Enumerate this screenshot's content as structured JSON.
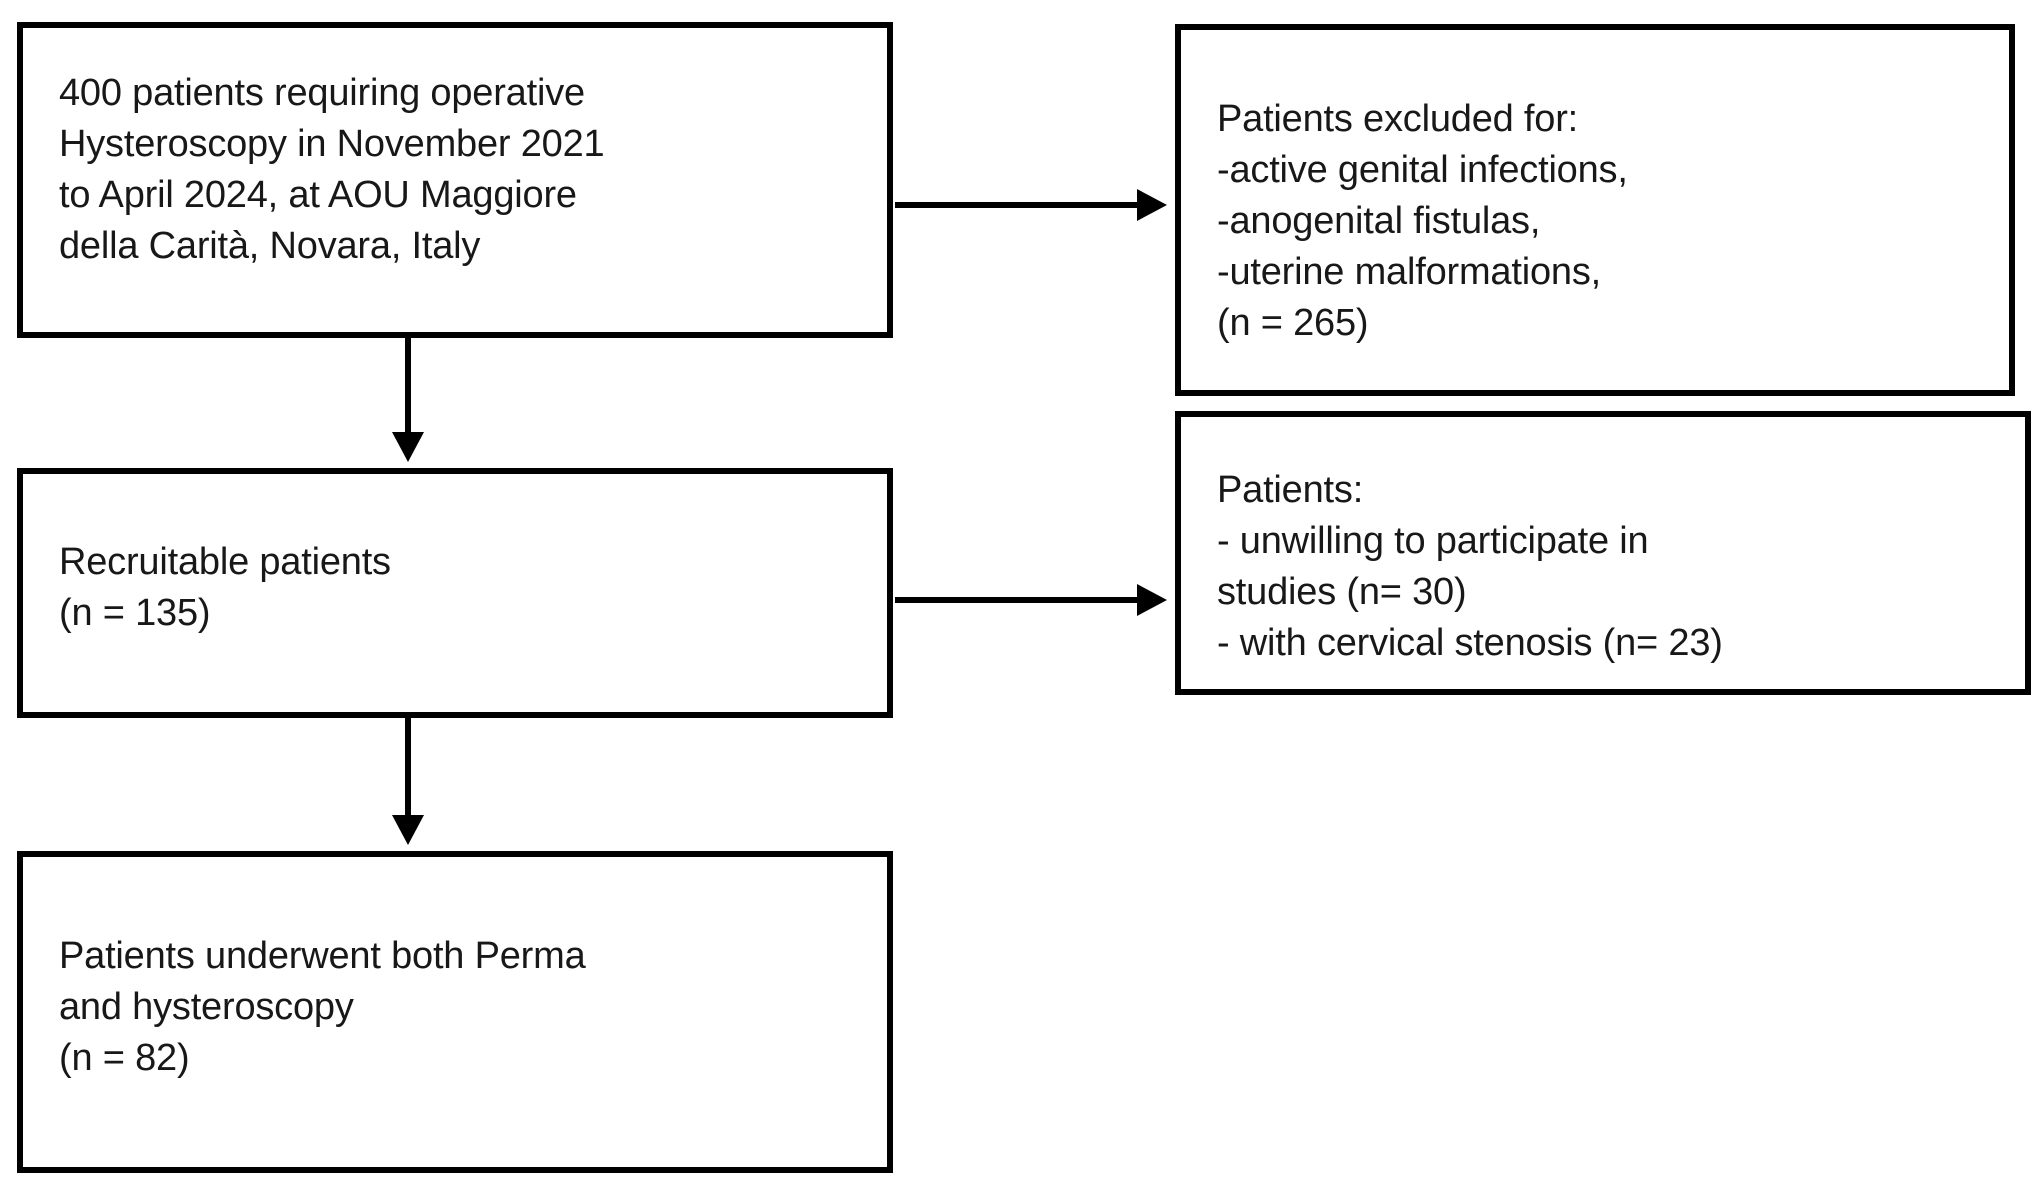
{
  "diagram": {
    "type": "flowchart",
    "title": "Patient recruitment flow diagram",
    "nodes": [
      {
        "id": "source",
        "name": "source-population-box",
        "text": "400 patients requiring operative\nHysteroscopy in November 2021\nto April 2024, at AOU Maggiore\ndella Carità, Novara, Italy"
      },
      {
        "id": "excluded",
        "name": "excluded-patients-box",
        "text": "Patients excluded for:\n-active genital infections,\n-anogenital fistulas,\n-uterine malformations,\n(n = 265)"
      },
      {
        "id": "recruitable",
        "name": "recruitable-patients-box",
        "text": "Recruitable patients\n(n = 135)"
      },
      {
        "id": "nonparticipating",
        "name": "non-participating-patients-box",
        "text": "Patients:\n- unwilling to participate in\nstudies (n= 30)\n- with cervical stenosis (n= 23)"
      },
      {
        "id": "underwent",
        "name": "underwent-both-box",
        "text": "Patients underwent both Perma\nand hysteroscopy\n(n = 82)"
      }
    ],
    "edges": [
      {
        "from": "source",
        "to": "excluded",
        "direction": "right"
      },
      {
        "from": "source",
        "to": "recruitable",
        "direction": "down"
      },
      {
        "from": "recruitable",
        "to": "nonparticipating",
        "direction": "right"
      },
      {
        "from": "recruitable",
        "to": "underwent",
        "direction": "down"
      }
    ],
    "counts": {
      "initial_patients": 400,
      "excluded": 265,
      "recruitable": 135,
      "unwilling_to_participate": 30,
      "cervical_stenosis": 23,
      "underwent_both": 82
    },
    "colors": {
      "background": "#ffffff",
      "border": "#000000",
      "text": "#181818",
      "connector": "#000000"
    }
  }
}
